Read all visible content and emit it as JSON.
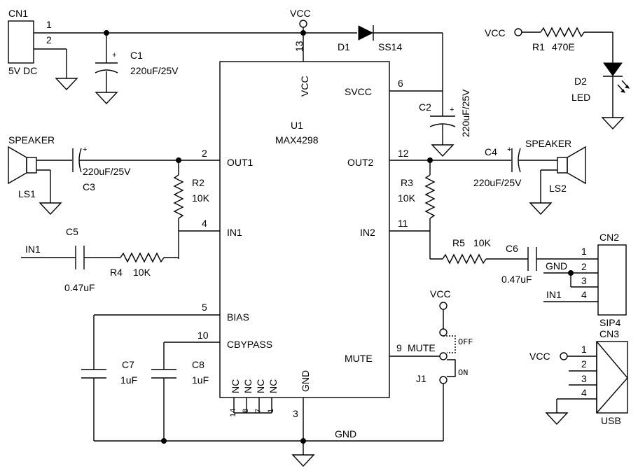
{
  "connectors": {
    "cn1": {
      "ref": "CN1",
      "value": "5V DC",
      "pins": [
        "1",
        "2"
      ]
    },
    "cn2": {
      "ref": "CN2",
      "value": "SIP4",
      "pins": [
        "1",
        "2",
        "3",
        "4"
      ]
    },
    "cn3": {
      "ref": "CN3",
      "value": "USB",
      "pins": [
        "1",
        "2",
        "3",
        "4"
      ]
    }
  },
  "ic": {
    "ref": "U1",
    "part": "MAX4298",
    "pins": {
      "vcc": {
        "name": "VCC",
        "num": "13"
      },
      "svcc": {
        "name": "SVCC",
        "num": "6"
      },
      "out1": {
        "name": "OUT1",
        "num": "2"
      },
      "out2": {
        "name": "OUT2",
        "num": "12"
      },
      "in1": {
        "name": "IN1",
        "num": "4"
      },
      "in2": {
        "name": "IN2",
        "num": "11"
      },
      "bias": {
        "name": "BIAS",
        "num": "5"
      },
      "cbypass": {
        "name": "CBYPASS",
        "num": "10"
      },
      "mute": {
        "name": "MUTE",
        "num": "9"
      },
      "gnd": {
        "name": "GND",
        "num": "3"
      },
      "nc": [
        {
          "name": "NC",
          "num": "14"
        },
        {
          "name": "NC",
          "num": "8"
        },
        {
          "name": "NC",
          "num": "7"
        },
        {
          "name": "NC",
          "num": "1"
        }
      ]
    }
  },
  "parts": {
    "c1": {
      "ref": "C1",
      "value": "220uF/25V"
    },
    "c2": {
      "ref": "C2",
      "value": "220uF/25V"
    },
    "c3": {
      "ref": "C3",
      "value": "220uF/25V"
    },
    "c4": {
      "ref": "C4",
      "value": "220uF/25V"
    },
    "c5": {
      "ref": "C5",
      "value": "0.47uF"
    },
    "c6": {
      "ref": "C6",
      "value": "0.47uF"
    },
    "c7": {
      "ref": "C7",
      "value": "1uF"
    },
    "c8": {
      "ref": "C8",
      "value": "1uF"
    },
    "r1": {
      "ref": "R1",
      "value": "470E"
    },
    "r2": {
      "ref": "R2",
      "value": "10K"
    },
    "r3": {
      "ref": "R3",
      "value": "10K"
    },
    "r4": {
      "ref": "R4",
      "value": "10K"
    },
    "r5": {
      "ref": "R5",
      "value": "10K"
    },
    "d1": {
      "ref": "D1",
      "value": "SS14"
    },
    "d2": {
      "ref": "D2",
      "value": "LED"
    },
    "ls1": {
      "ref": "LS1",
      "value": "SPEAKER"
    },
    "ls2": {
      "ref": "LS2",
      "value": "SPEAKER"
    },
    "j1": {
      "ref": "J1",
      "label": "MUTE",
      "off": "OFF",
      "on": "ON"
    }
  },
  "nets": {
    "vcc": "VCC",
    "gnd": "GND",
    "in1": "IN1"
  },
  "signs": {
    "plus": "+"
  }
}
